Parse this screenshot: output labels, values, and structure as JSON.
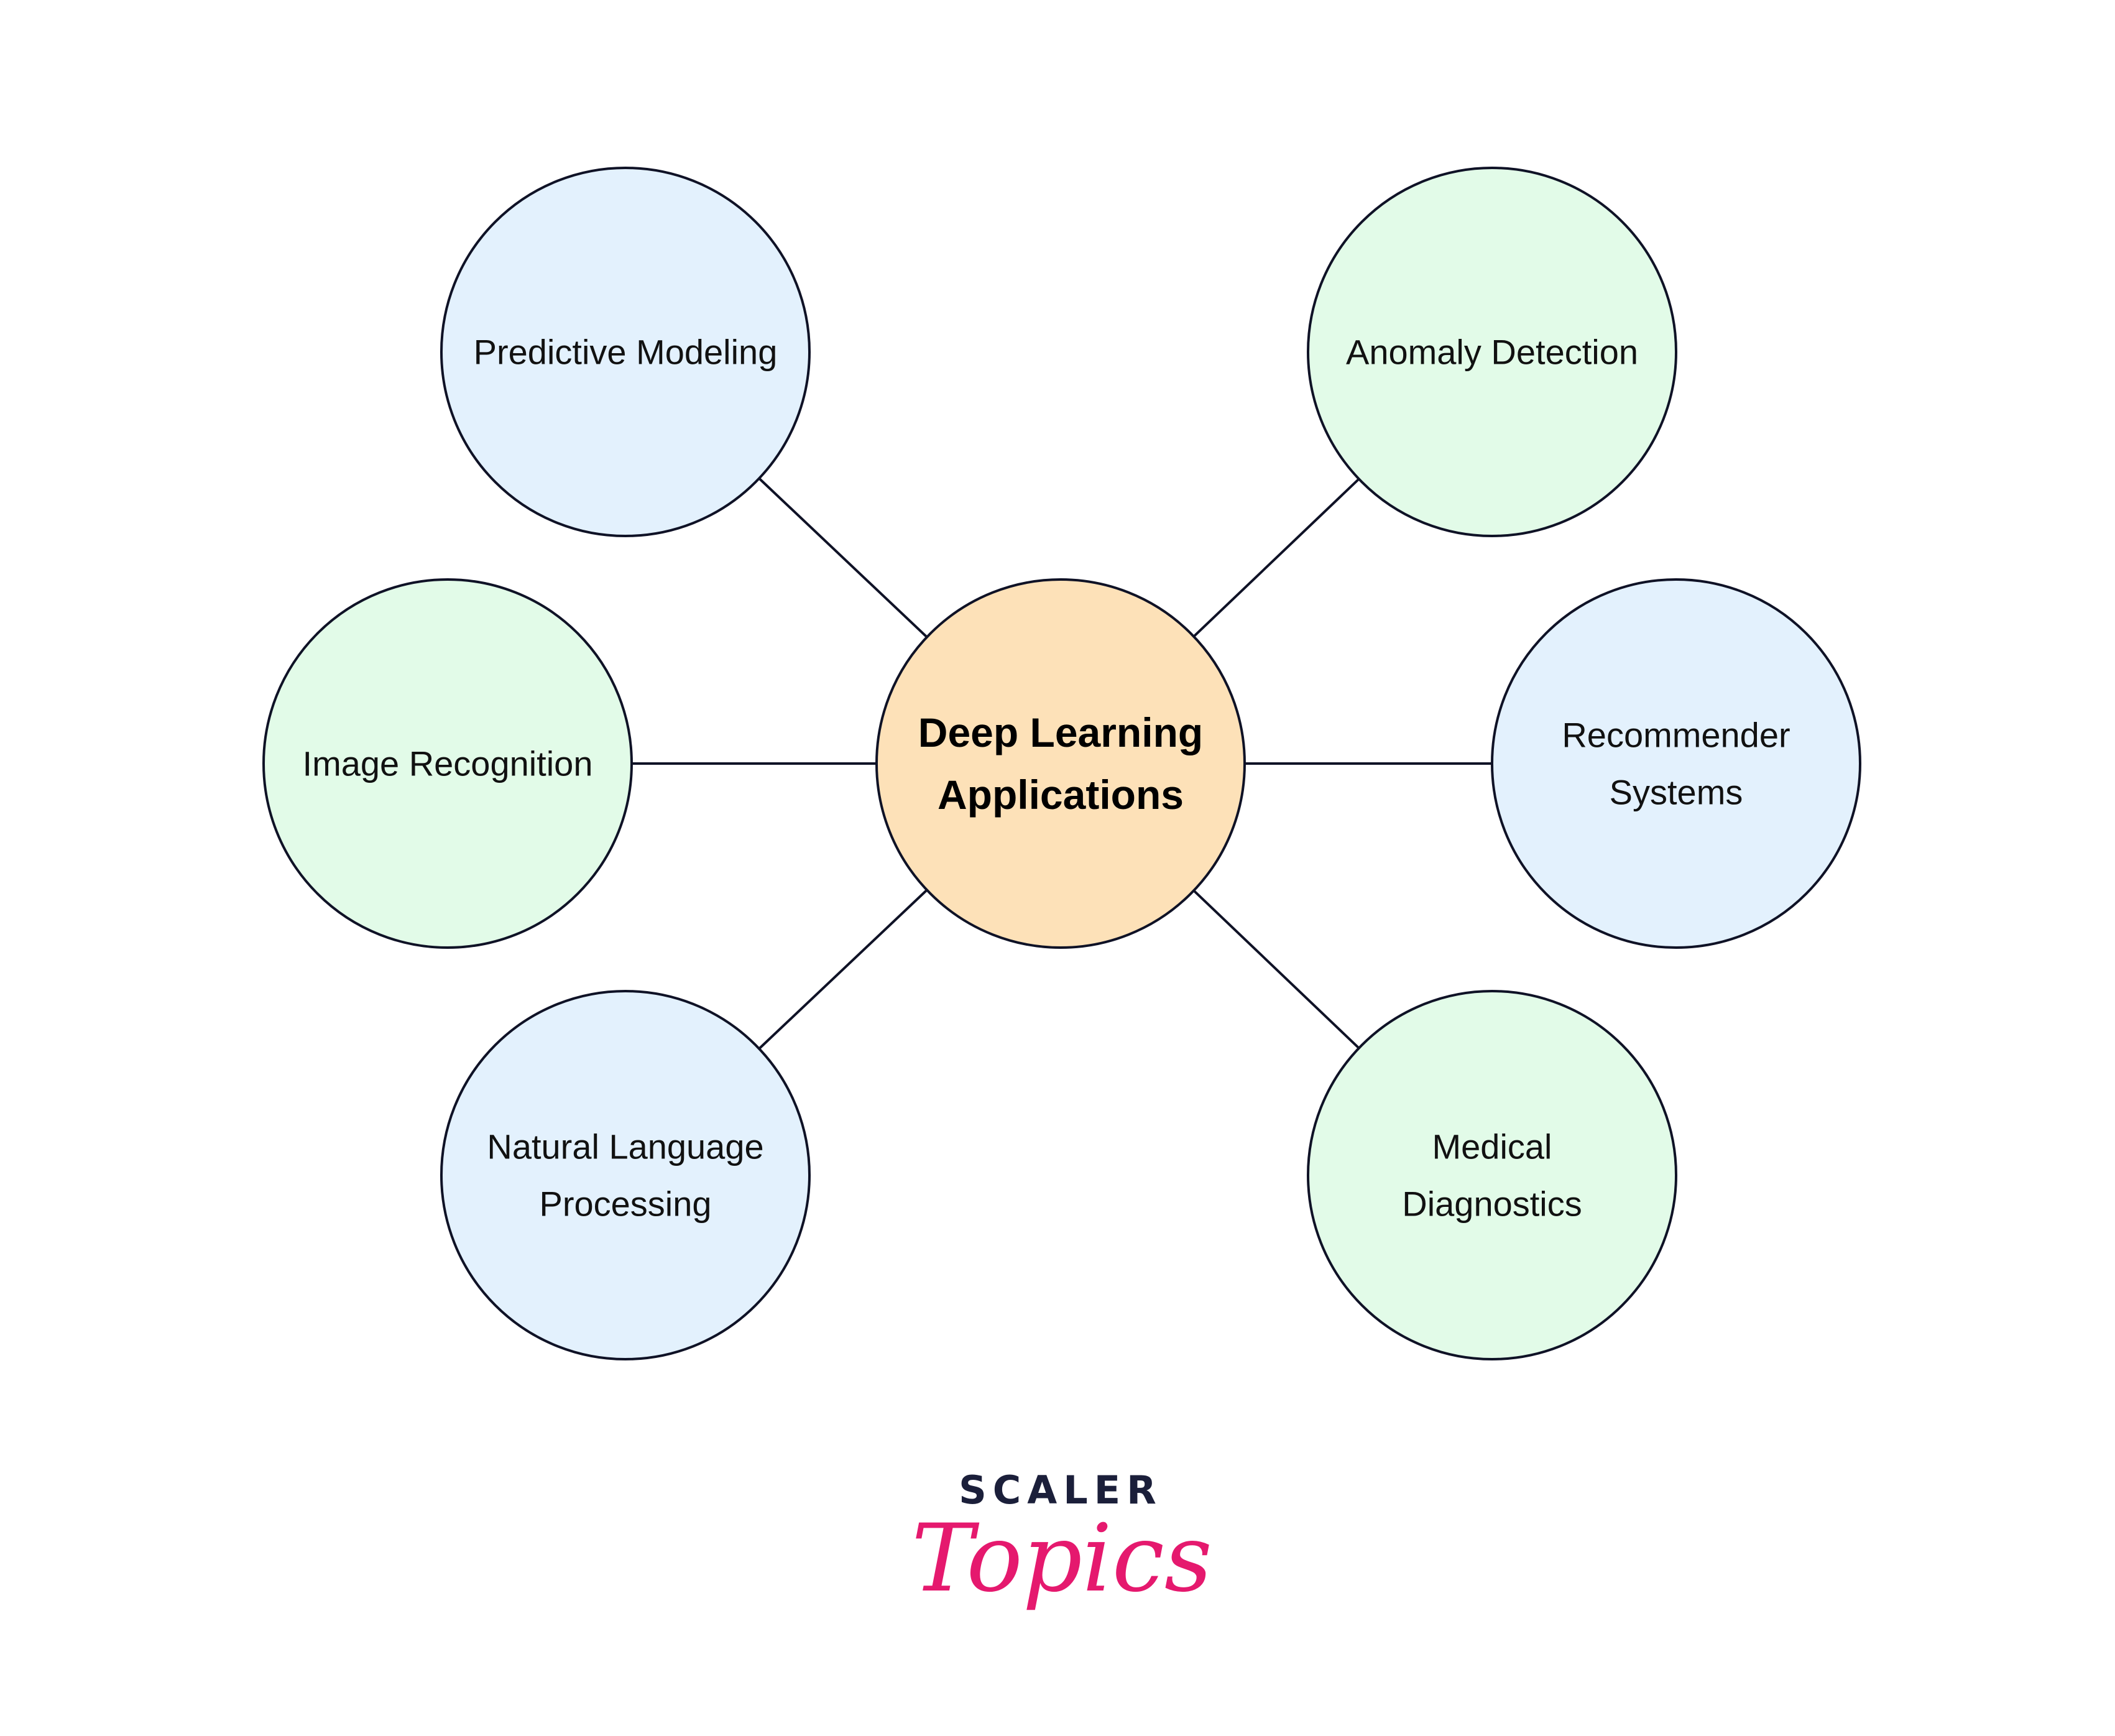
{
  "diagram": {
    "center": {
      "lines": [
        "Deep Learning",
        "Applications"
      ],
      "fill": "#fde1b8"
    },
    "nodes": [
      {
        "id": "predictive-modeling",
        "lines": [
          "Predictive Modeling"
        ],
        "fill": "#e3f1fd"
      },
      {
        "id": "anomaly-detection",
        "lines": [
          "Anomaly Detection"
        ],
        "fill": "#e2fbe8"
      },
      {
        "id": "image-recognition",
        "lines": [
          "Image Recognition"
        ],
        "fill": "#e2fbe8"
      },
      {
        "id": "recommender-systems",
        "lines": [
          "Recommender",
          "Systems"
        ],
        "fill": "#e3f1fd"
      },
      {
        "id": "natural-language-processing",
        "lines": [
          "Natural Language",
          "Processing"
        ],
        "fill": "#e3f1fd"
      },
      {
        "id": "medical-diagnostics",
        "lines": [
          "Medical",
          "Diagnostics"
        ],
        "fill": "#e2fbe8"
      }
    ],
    "stroke_color": "#0f1226"
  },
  "brand": {
    "name": "SCALER",
    "script": "Topics",
    "name_color": "#1b1f3a",
    "script_color": "#e5196e"
  }
}
